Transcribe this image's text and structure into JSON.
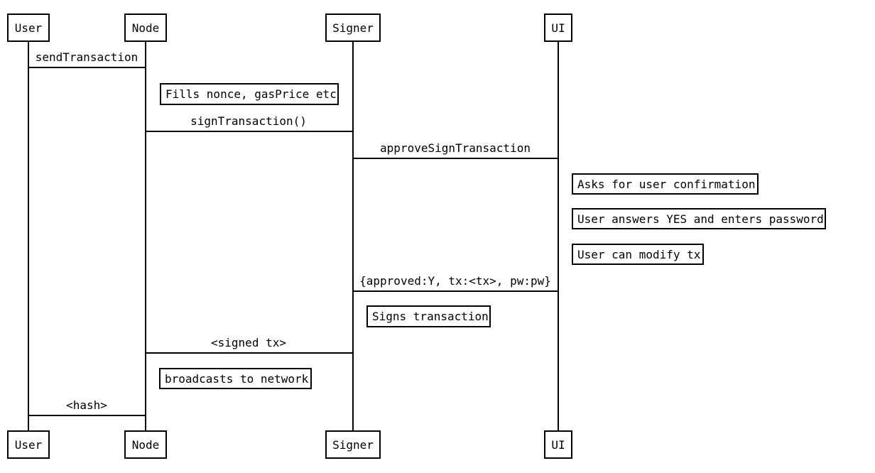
{
  "diagram": {
    "type": "sequence-diagram",
    "background_color": "#ffffff",
    "line_color": "#000000",
    "text_color": "#000000",
    "actors": [
      {
        "name": "User"
      },
      {
        "name": "Node"
      },
      {
        "name": "Signer"
      },
      {
        "name": "UI"
      }
    ],
    "messages": [
      {
        "from": "User",
        "to": "Node",
        "label": "sendTransaction"
      },
      {
        "from": "Node",
        "to": "Signer",
        "label": "signTransaction()"
      },
      {
        "from": "Signer",
        "to": "UI",
        "label": "approveSignTransaction"
      },
      {
        "from": "UI",
        "to": "Signer",
        "label": "{approved:Y, tx:<tx>, pw:pw}"
      },
      {
        "from": "Signer",
        "to": "Node",
        "label": "<signed tx>"
      },
      {
        "from": "Node",
        "to": "User",
        "label": "<hash>"
      }
    ],
    "notes": [
      {
        "actor": "Node",
        "label": "Fills nonce, gasPrice etc"
      },
      {
        "actor": "UI",
        "label": "Asks for user confirmation"
      },
      {
        "actor": "UI",
        "label": "User answers YES and enters password"
      },
      {
        "actor": "UI",
        "label": "User can modify tx"
      },
      {
        "actor": "Signer",
        "label": "Signs transaction"
      },
      {
        "actor": "Node",
        "label": "broadcasts to network"
      }
    ]
  }
}
